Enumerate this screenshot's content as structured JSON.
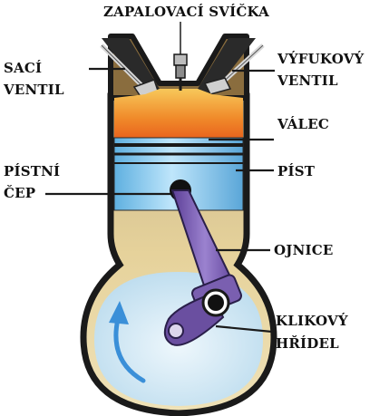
{
  "labels": {
    "spark_plug": "ZAPALOVACÍ SVÍČKA",
    "intake_valve": [
      "SACÍ",
      "VENTIL"
    ],
    "exhaust_valve": [
      "VÝFUKOVÝ",
      "VENTIL"
    ],
    "cylinder": "VÁLEC",
    "piston_pin": [
      "PÍSTNÍ",
      "ČEP"
    ],
    "piston": "PÍST",
    "connecting_rod": "OJNICE",
    "crankshaft": [
      "KLIKOVÝ",
      "HŘÍDEL"
    ]
  },
  "colors": {
    "outline": "#1a1a1a",
    "combustion": "#f08a2a",
    "piston": "#7fc6f0",
    "rod": "#7a5fb0",
    "crankcase": "#dcecf6",
    "arrow": "#3a8fd8",
    "wall": "#d9a861"
  }
}
